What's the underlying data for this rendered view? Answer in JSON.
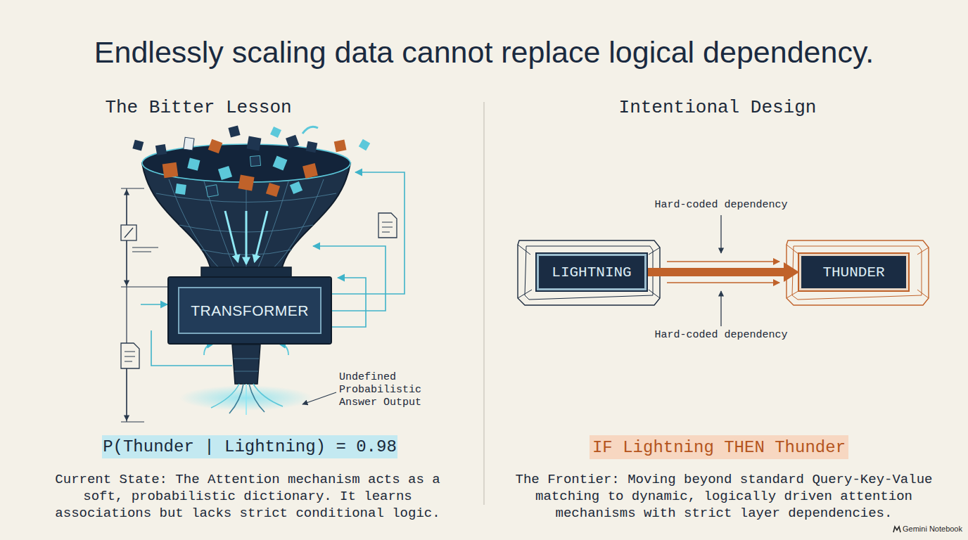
{
  "diagram": {
    "title": "Endlessly scaling data cannot replace logical dependency.",
    "nodes": [
      {
        "text": [
          "TRANSFORMER"
        ]
      },
      {
        "text": [
          "P(Thunder | Lightning) = 0.98"
        ]
      },
      {
        "text": [
          "LIGHTNING"
        ]
      },
      {
        "text": [
          "THUNDER"
        ]
      },
      {
        "text": [
          "IF Lightning THEN Thunder"
        ]
      }
    ],
    "edges": [
      {
        "from": 2,
        "to": 3,
        "arrow": "to"
      }
    ],
    "labels": [
      "The Bitter Lesson",
      "Undefined Probabilistic Answer Output",
      "Current State: The Attention mechanism acts as a soft, probabilistic dictionary. It learns associations but lacks strict conditional logic.",
      "Intentional Design",
      "Hard-coded dependency",
      "Hard-coded dependency",
      "The Frontier: Moving beyond standard Query-Key-Value matching to dynamic, logically driven attention mechanisms with strict layer dependencies.",
      "Gemini Notebook"
    ]
  }
}
